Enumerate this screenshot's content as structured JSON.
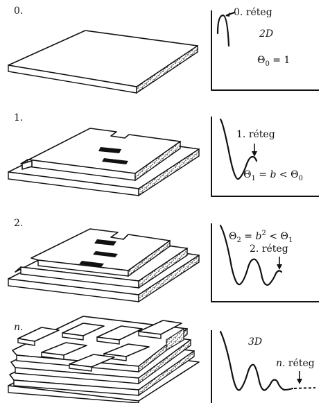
{
  "panels": [
    {
      "index_label": "0.",
      "layer_label_number": "0.",
      "layer_label_word": "réteg",
      "mode_label": "2D",
      "theta_label": "Θ",
      "theta_sub": "0",
      "theta_expr": " = 1"
    },
    {
      "index_label": "1.",
      "layer_label_number": "1.",
      "layer_label_word": "réteg",
      "theta_label": "Θ",
      "theta_sub": "1",
      "theta_expr_a": " = ",
      "theta_b": "b",
      "theta_expr_b": " < Θ",
      "theta_expr_b_sub": "0"
    },
    {
      "index_label": "2.",
      "layer_label_number": "2.",
      "layer_label_word": "réteg",
      "theta_label": "Θ",
      "theta_sub": "2",
      "theta_expr_a": " = ",
      "theta_b": "b",
      "theta_sup": "2",
      "theta_expr_b": " < Θ",
      "theta_expr_b_sub": "1"
    },
    {
      "index_label": "n.",
      "layer_label_number": "n.",
      "layer_label_word": "réteg",
      "mode_label": "3D"
    }
  ],
  "colors": {
    "ink": "#111111",
    "background": "#ffffff"
  }
}
